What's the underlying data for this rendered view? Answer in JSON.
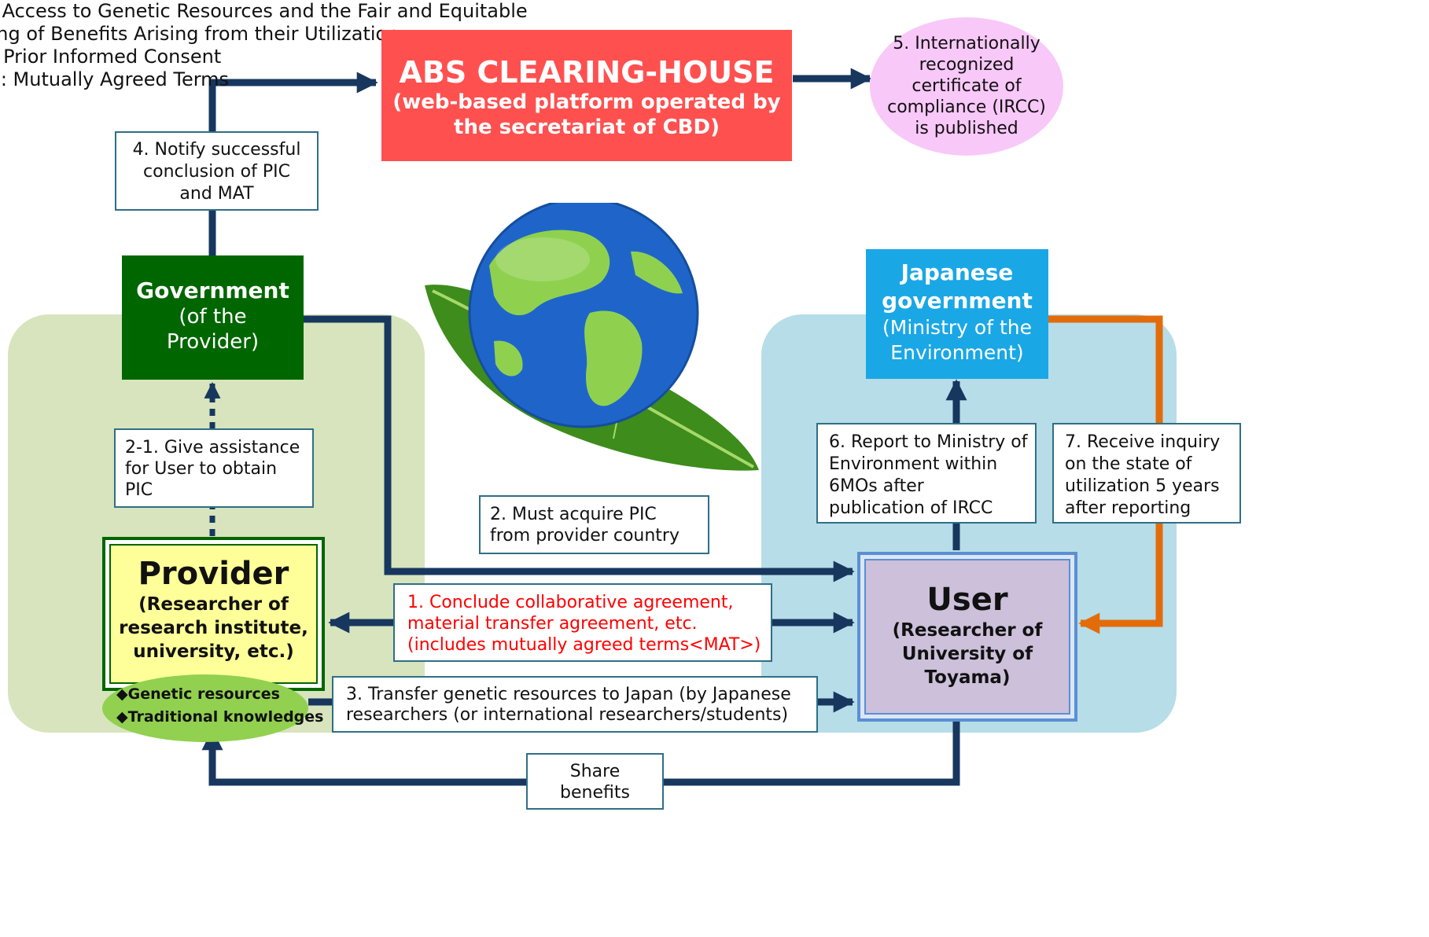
{
  "legend": {
    "lines": [
      "S : Access to Genetic Resources and the Fair and Equitable",
      "aring of Benefits Arising from their Utilization",
      "C : Prior Informed Consent",
      "AT : Mutually Agreed Terms"
    ]
  },
  "clearing_house": {
    "title": "ABS CLEARING-HOUSE",
    "subtitle_lines": [
      "(web-based platform operated by",
      "the secretariat of CBD)"
    ]
  },
  "ircc": {
    "lines": [
      "5. Internationally",
      "recognized",
      "certificate of",
      "compliance (IRCC)",
      "is published"
    ]
  },
  "notify": {
    "lines": [
      "4. Notify successful",
      "conclusion of PIC",
      "and MAT"
    ]
  },
  "government": {
    "title": "Government",
    "sub_lines": [
      "(of the",
      "Provider)"
    ]
  },
  "japan_gov": {
    "title_lines": [
      "Japanese",
      "government"
    ],
    "sub_lines": [
      "(Ministry of the",
      "Environment)"
    ]
  },
  "assist": {
    "lines": [
      "2-1. Give assistance",
      "for User to obtain",
      "PIC"
    ]
  },
  "must_pic": {
    "lines": [
      "2.  Must acquire PIC",
      "from provider country"
    ]
  },
  "report": {
    "lines": [
      "6. Report to Ministry of",
      "Environment within",
      "6MOs after",
      "publication of IRCC"
    ]
  },
  "inquiry": {
    "lines": [
      "7. Receive inquiry",
      "on the state of",
      "utilization 5 years",
      "after reporting"
    ]
  },
  "provider": {
    "title": "Provider",
    "sub_lines": [
      "(Researcher of",
      "research institute,",
      "university, etc.)"
    ]
  },
  "user": {
    "title": "User",
    "sub_lines": [
      "(Researcher of",
      "University of",
      "Toyama)"
    ]
  },
  "resources": {
    "items": [
      "◆Genetic resources",
      "◆Traditional knowledges"
    ]
  },
  "conclude": {
    "lines": [
      "1. Conclude collaborative agreement,",
      "material transfer agreement, etc.",
      "(includes mutually agreed terms<MAT>)"
    ]
  },
  "transfer": {
    "lines": [
      "3. Transfer genetic resources to Japan (by Japanese",
      "researchers (or international researchers/students)"
    ]
  },
  "share": {
    "lines": [
      "Share",
      "benefits"
    ]
  },
  "colors": {
    "navy": "#17375e",
    "orange": "#e36c0a",
    "clearing_house": "#ff5050",
    "ircc_bg": "#f8c8f8",
    "government": "#006600",
    "japan_gov": "#1aa7e6",
    "provider": "#ffff99",
    "user": "#ccc0da",
    "resources": "#92d050",
    "left_panel": "#d7e4bd",
    "right_panel": "#b7dde8",
    "red_text": "#ff0000"
  }
}
